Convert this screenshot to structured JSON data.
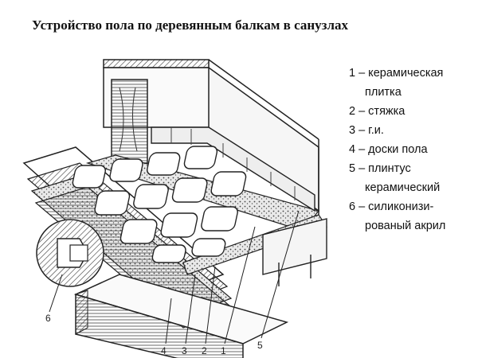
{
  "title": "Устройство пола по деревянным балкам в санузлах",
  "legend": [
    {
      "line1": "1 – керамическая",
      "line2": "плитка"
    },
    {
      "line1": "2 – стяжка",
      "line2": ""
    },
    {
      "line1": "3 – г.и.",
      "line2": ""
    },
    {
      "line1": "4 – доски пола",
      "line2": ""
    },
    {
      "line1": "5 – плинтус",
      "line2": "керамический"
    },
    {
      "line1": "6 – силиконизи-",
      "line2": "рованый акрил"
    }
  ],
  "callouts": {
    "n1": "1",
    "n2": "2",
    "n3": "3",
    "n4": "4",
    "n5": "5",
    "n6": "6"
  }
}
